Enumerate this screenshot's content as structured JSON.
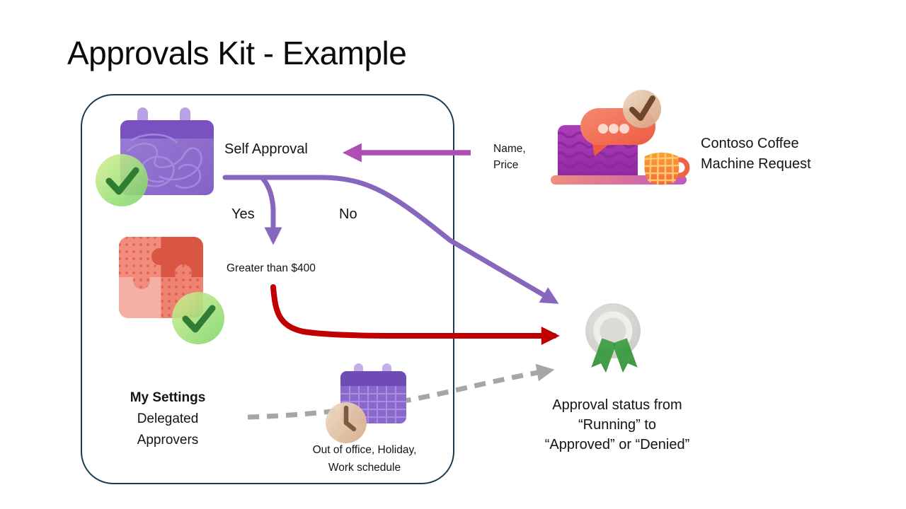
{
  "title": "Approvals Kit - Example",
  "flow_box": {
    "self_approval": "Self Approval",
    "yes": "Yes",
    "no": "No",
    "condition": "Greater than $400",
    "settings_line1": "My Settings",
    "settings_line2": "Delegated",
    "settings_line3": "Approvers",
    "ooo_line1": "Out of office, Holiday,",
    "ooo_line2": "Work schedule"
  },
  "request": {
    "annotation_line1": "Name,",
    "annotation_line2": "Price",
    "title_line1": "Contoso Coffee",
    "title_line2": "Machine Request"
  },
  "outcome": {
    "line1": "Approval status from",
    "line2": "“Running” to",
    "line3": "“Approved” or “Denied”"
  },
  "icons": {
    "calendar_check": "calendar-with-check-icon",
    "puzzle_check": "puzzle-with-check-icon",
    "calendar_clock": "calendar-with-clock-icon",
    "laptop_chat": "laptop-chat-request-illustration",
    "award": "award-ribbon-icon"
  },
  "colors": {
    "container_border": "#1b3a4f",
    "purple_arrow": "#8767bd",
    "magenta_arrow": "#ad4fb5",
    "red_arrow": "#c00000",
    "gray_arrow": "#a6a6a6"
  }
}
